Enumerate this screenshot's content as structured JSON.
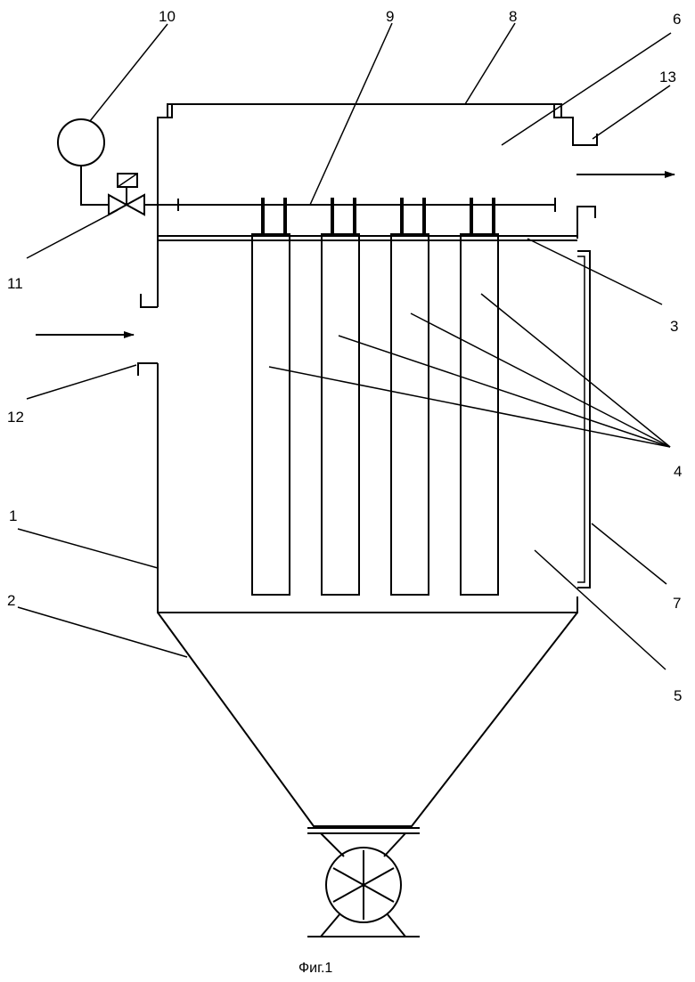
{
  "diagram": {
    "caption": "Фиг.1",
    "labels": {
      "l1": "1",
      "l2": "2",
      "l3": "3",
      "l4": "4",
      "l5": "5",
      "l6": "6",
      "l7": "7",
      "l8": "8",
      "l9": "9",
      "l10": "10",
      "l11": "11",
      "l12": "12",
      "l13": "13"
    }
  }
}
